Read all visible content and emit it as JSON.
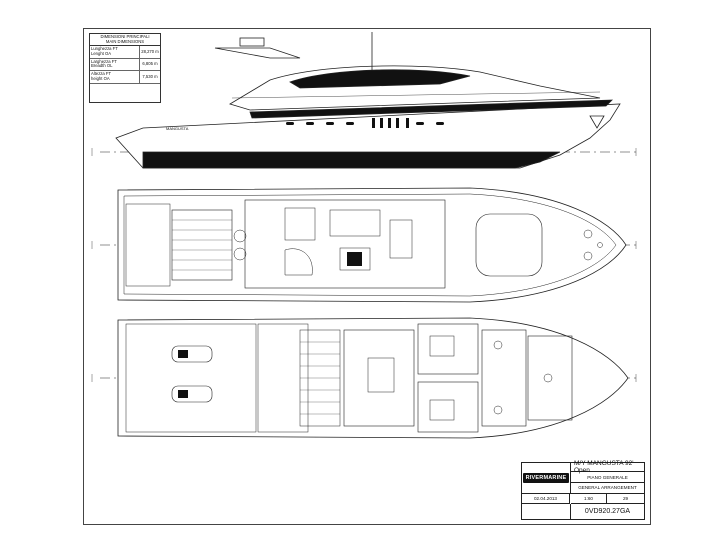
{
  "dimensions": {
    "header_it": "DIMENSIONI PRINCIPALI",
    "header_en": "MAIN DIMENSIONS",
    "rows": [
      {
        "label_it": "Lunghezza FT",
        "label_en": "Lenght OA",
        "value": "28,270 m"
      },
      {
        "label_it": "Larghezza FT",
        "label_en": "Breadth OL",
        "value": "6,805 m"
      },
      {
        "label_it": "Altezza FT",
        "label_en": "height OA",
        "value": "7,530 m"
      }
    ]
  },
  "hull_marking": "MANGUSTA",
  "title_block": {
    "brand": "RIVERMARINE",
    "vessel_name": "M/Y MANGUSTA 92' Open",
    "subtitle_it": "PIANO GENERALE",
    "subtitle_en": "GENERAL ARRANGEMENT",
    "date": "02.04.2013",
    "scale": "1:60",
    "sheet": "29",
    "drawing_code": "0VD920.27GA"
  },
  "colors": {
    "line": "#222222",
    "hull_band": "#111111",
    "background": "#ffffff"
  },
  "views": [
    "profile",
    "main-deck-plan",
    "lower-deck-plan"
  ]
}
